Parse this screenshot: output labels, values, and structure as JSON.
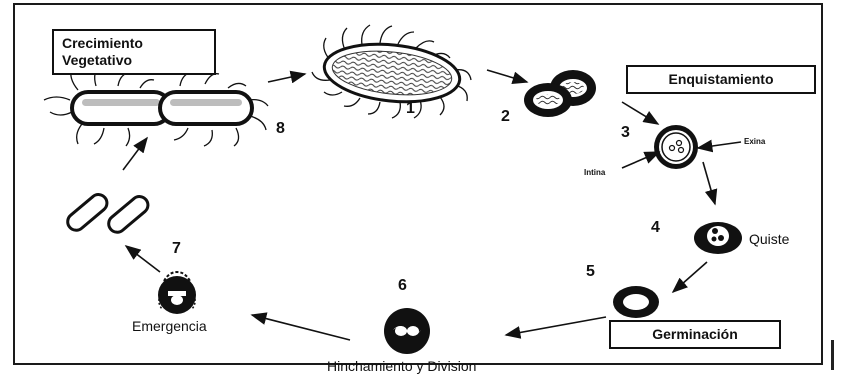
{
  "labels": {
    "crecimiento_line1": "Crecimiento",
    "crecimiento_line2": "Vegetativo",
    "enquistamiento": "Enquistamiento",
    "germinacion": "Germinación",
    "quiste": "Quiste",
    "emergencia": "Emergencia",
    "hinchamiento": "Hinchamiento y Division",
    "exina": "Exina",
    "intina": "Intina"
  },
  "stage_numbers": {
    "n1": "1",
    "n2": "2",
    "n3": "3",
    "n4": "4",
    "n5": "5",
    "n6": "6",
    "n7": "7",
    "n8": "8"
  },
  "colors": {
    "ink": "#111111",
    "paper": "#ffffff",
    "shade": "#bdbdbd"
  }
}
